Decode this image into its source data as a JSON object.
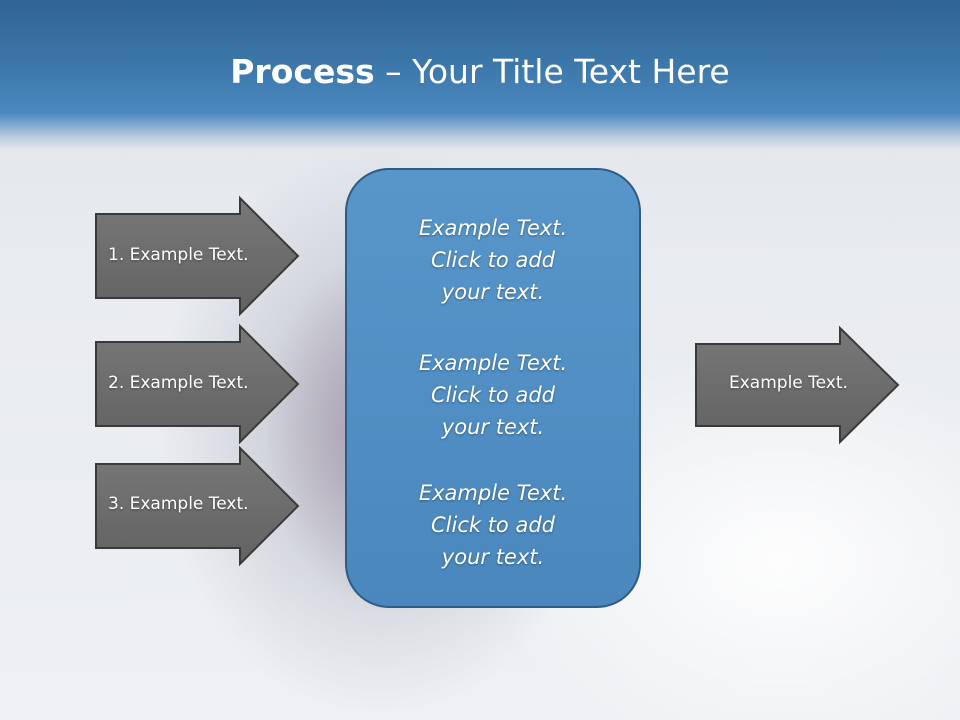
{
  "title": {
    "bold": "Process",
    "rest": " – Your Title Text Here"
  },
  "inputs": [
    {
      "label": "1. Example Text."
    },
    {
      "label": "2. Example Text."
    },
    {
      "label": "3. Example Text."
    }
  ],
  "center": {
    "blocks": [
      {
        "lines": [
          "Example Text.",
          "Click  to add",
          "your text."
        ]
      },
      {
        "lines": [
          "Example Text.",
          "Click  to add",
          "your text."
        ]
      },
      {
        "lines": [
          "Example Text.",
          "Click  to add",
          "your text."
        ]
      }
    ]
  },
  "output": {
    "label": "Example Text."
  },
  "colors": {
    "header": "#3d78ab",
    "arrow_fill": "#6b6b6b",
    "center_fill": "#4f8dc3"
  }
}
